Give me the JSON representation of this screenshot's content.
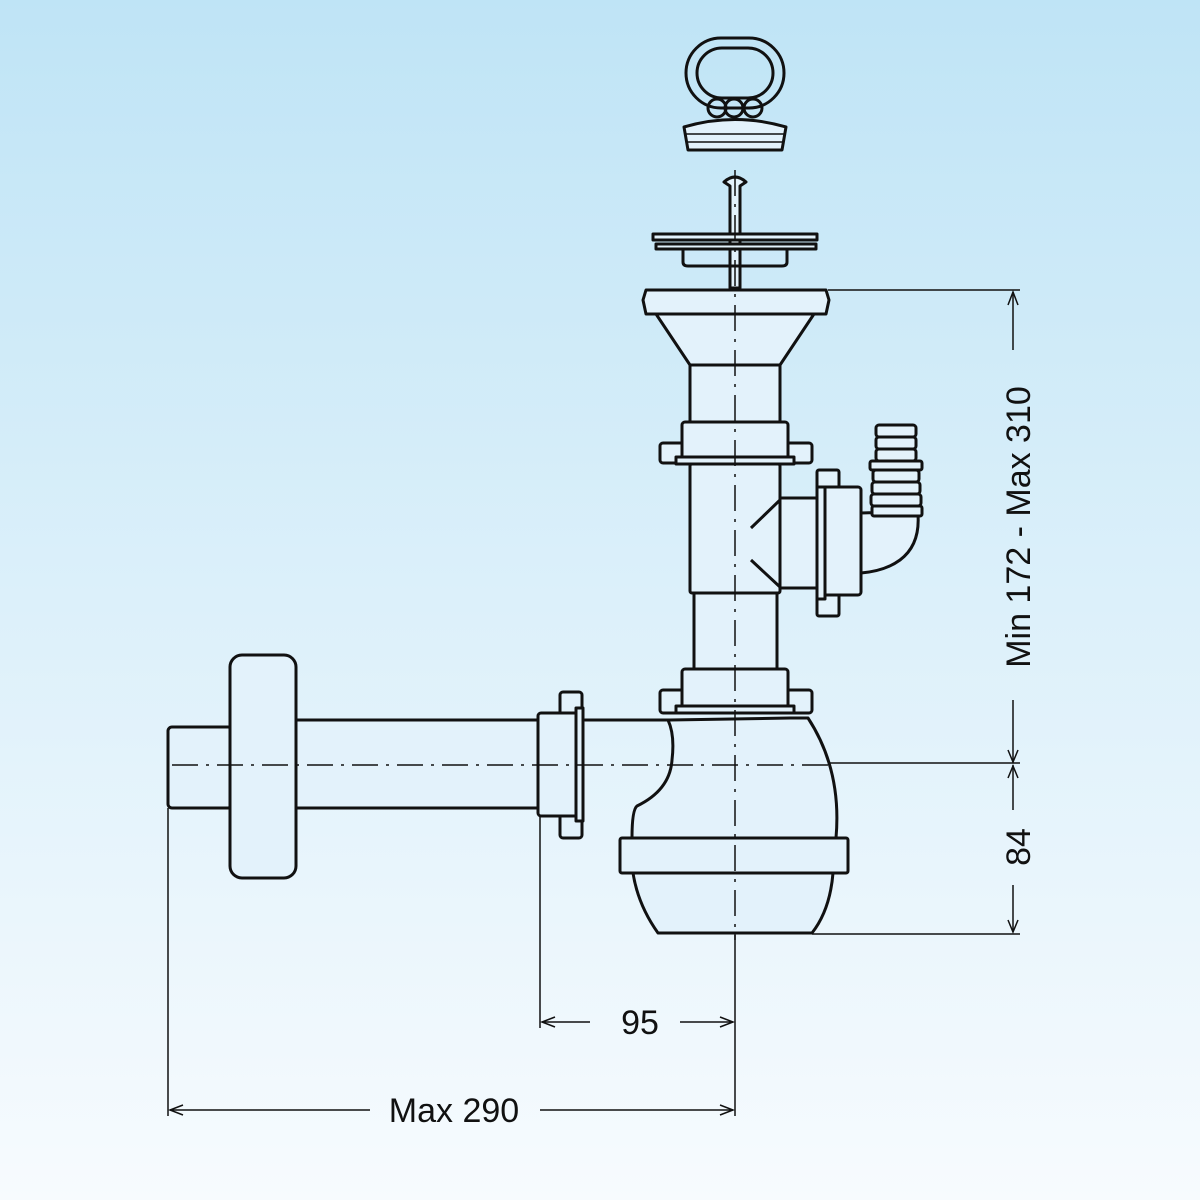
{
  "title": "Bottle siphon with overflow hose connector - dimension drawing",
  "dimensions": {
    "height_range": "Min 172 - Max 310",
    "trap_depth": "84",
    "offset": "95",
    "max_length": "Max 290"
  },
  "colors": {
    "line": "#111111",
    "background_top": "#bfe4f6",
    "background_bottom": "#f7fbfe"
  }
}
